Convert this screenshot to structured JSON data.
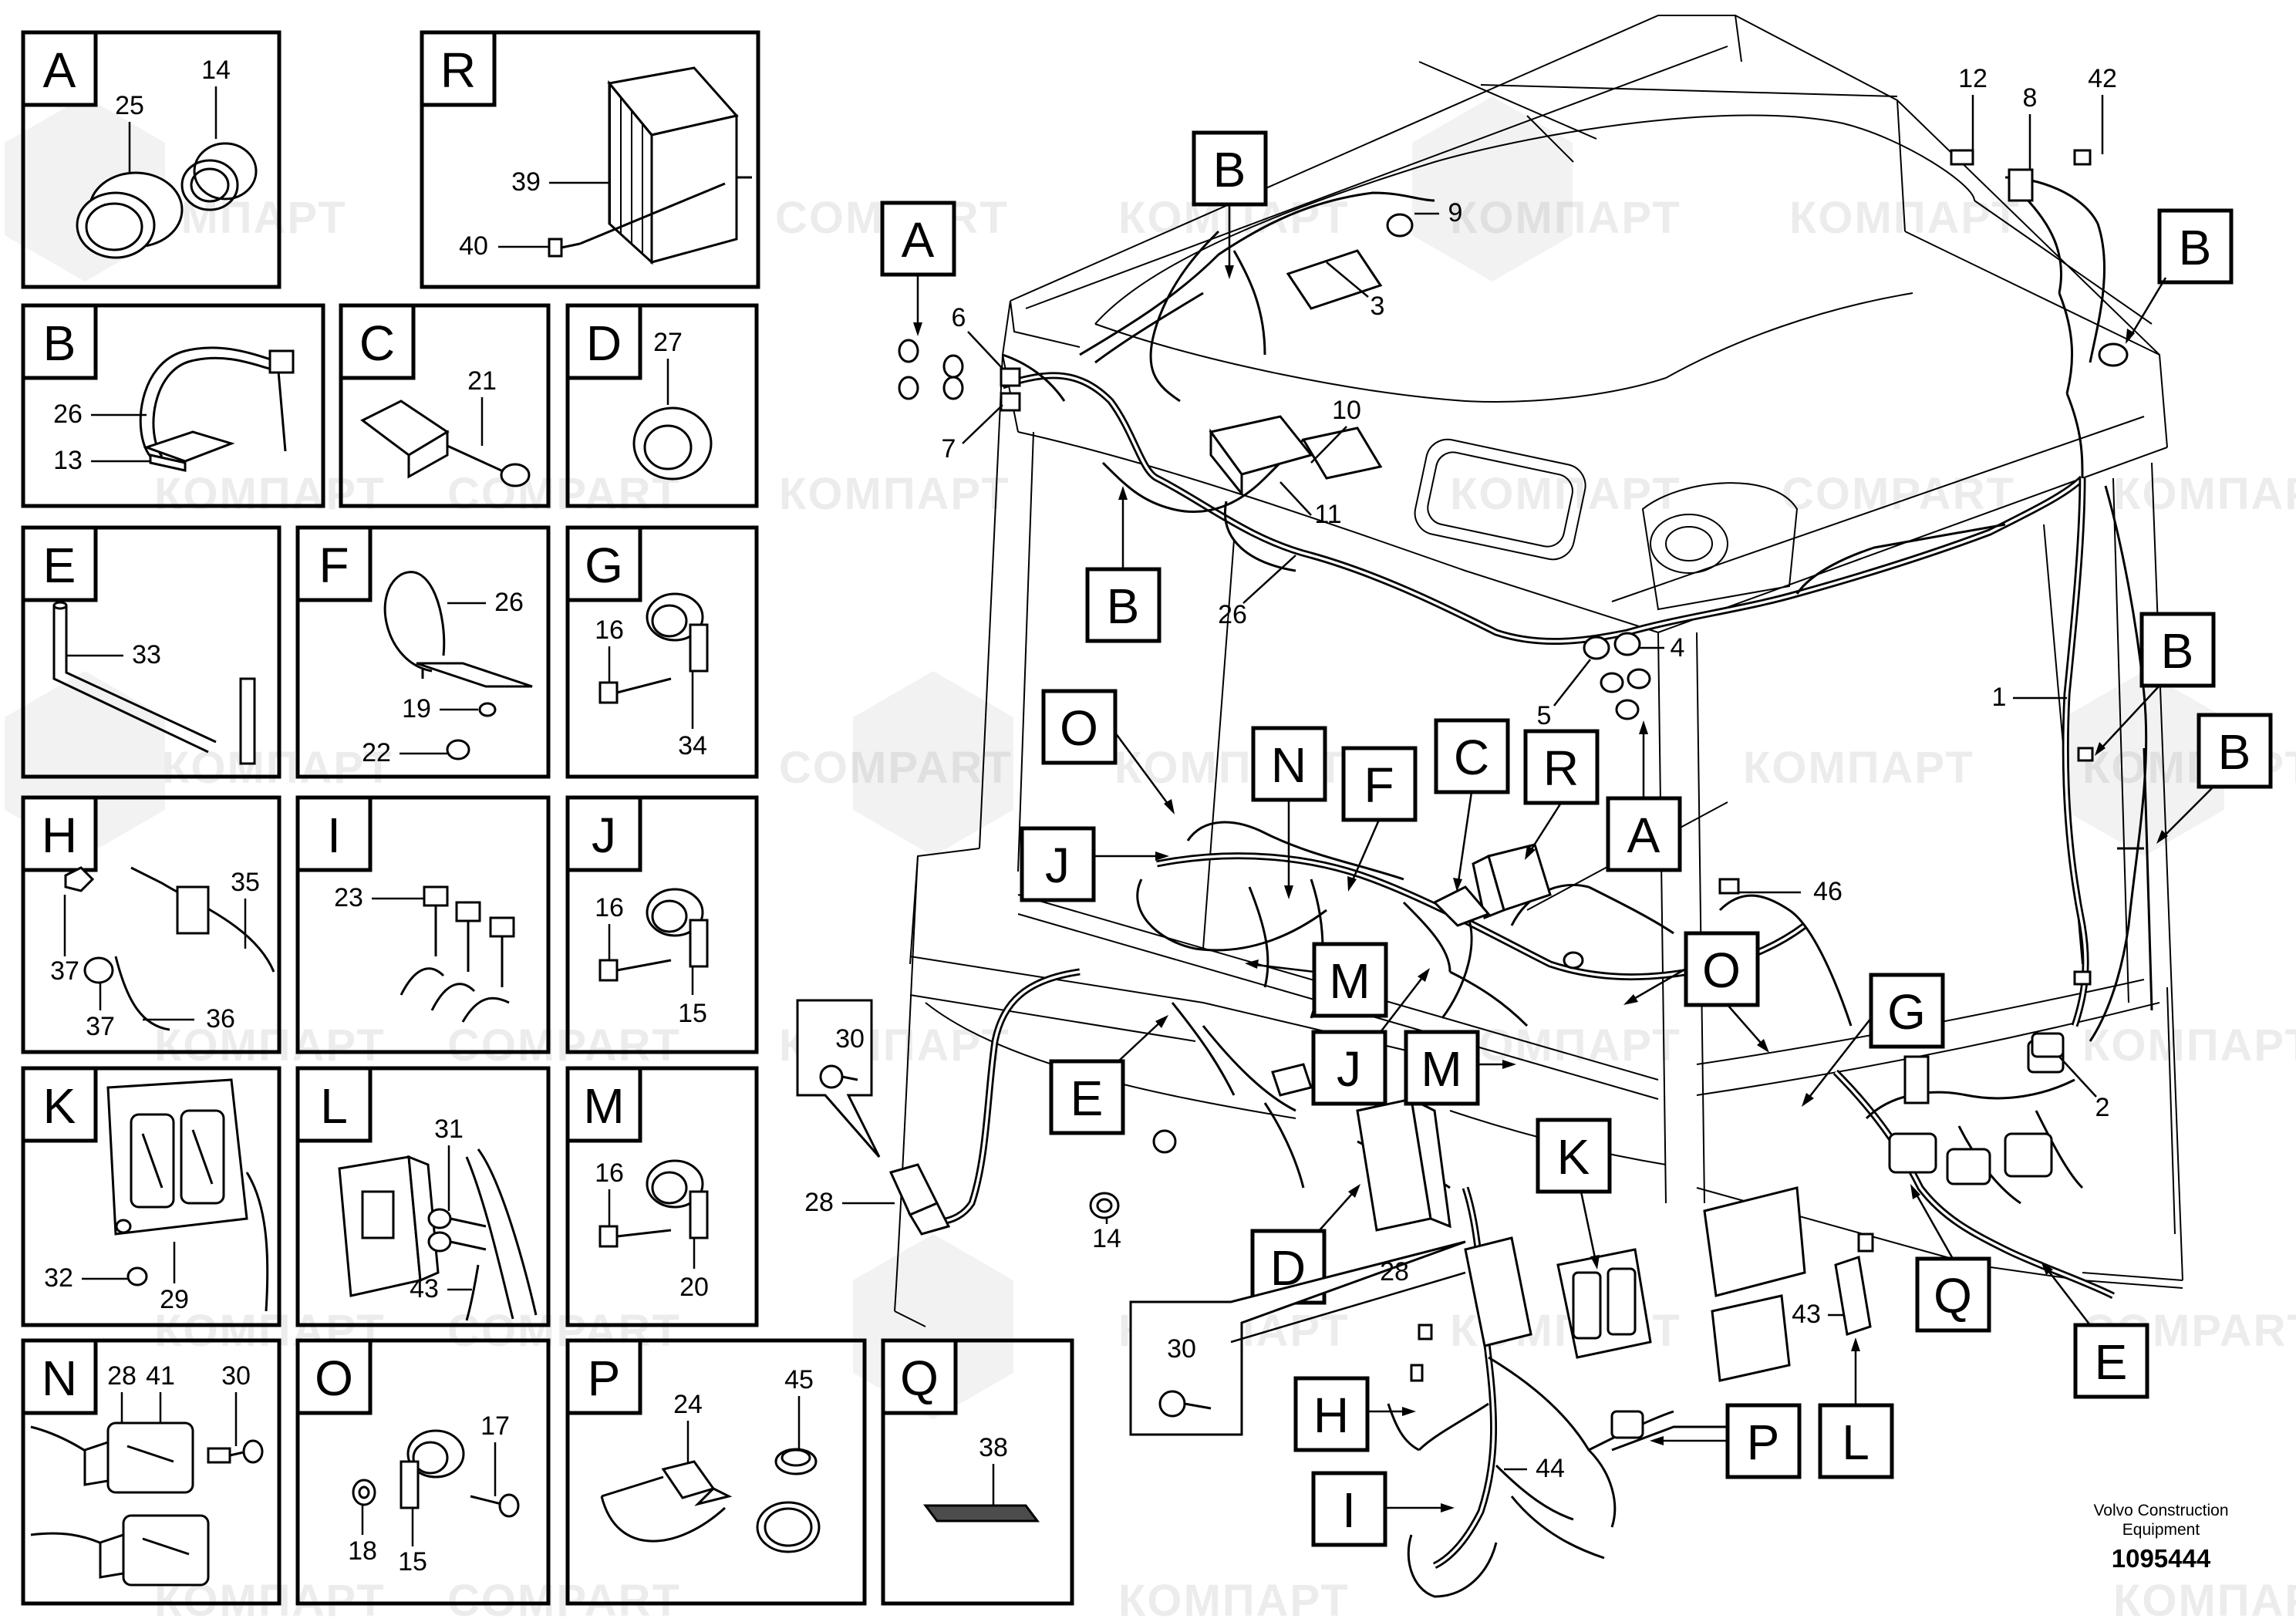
{
  "insets": [
    {
      "letter": "A",
      "parts": [
        "25",
        "14"
      ]
    },
    {
      "letter": "R",
      "parts": [
        "39",
        "40"
      ]
    },
    {
      "letter": "B",
      "parts": [
        "26",
        "13"
      ]
    },
    {
      "letter": "C",
      "parts": [
        "21"
      ]
    },
    {
      "letter": "D",
      "parts": [
        "27"
      ]
    },
    {
      "letter": "E",
      "parts": [
        "33"
      ]
    },
    {
      "letter": "F",
      "parts": [
        "26",
        "19",
        "22"
      ]
    },
    {
      "letter": "G",
      "parts": [
        "16",
        "34"
      ]
    },
    {
      "letter": "H",
      "parts": [
        "35",
        "37",
        "37",
        "36"
      ]
    },
    {
      "letter": "I",
      "parts": [
        "23"
      ]
    },
    {
      "letter": "J",
      "parts": [
        "16",
        "15"
      ]
    },
    {
      "letter": "K",
      "parts": [
        "32",
        "29"
      ]
    },
    {
      "letter": "L",
      "parts": [
        "31",
        "43"
      ]
    },
    {
      "letter": "M",
      "parts": [
        "16",
        "20"
      ]
    },
    {
      "letter": "N",
      "parts": [
        "28",
        "41",
        "30"
      ]
    },
    {
      "letter": "O",
      "parts": [
        "17",
        "18",
        "15"
      ]
    },
    {
      "letter": "P",
      "parts": [
        "24",
        "45"
      ]
    },
    {
      "letter": "Q",
      "parts": [
        "38"
      ]
    }
  ],
  "main": {
    "callouts": [
      "B",
      "A",
      "B",
      "B",
      "B",
      "B",
      "O",
      "N",
      "F",
      "C",
      "R",
      "A",
      "J",
      "M",
      "J",
      "M",
      "O",
      "G",
      "E",
      "K",
      "D",
      "H",
      "I",
      "P",
      "L",
      "Q",
      "E"
    ],
    "part_numbers": [
      "12",
      "8",
      "42",
      "9",
      "3",
      "6",
      "7",
      "10",
      "11",
      "26",
      "4",
      "5",
      "1",
      "46",
      "2",
      "14",
      "43",
      "44"
    ],
    "sub_callout": {
      "parts": [
        "30",
        "28"
      ]
    },
    "sub_callout_2": {
      "parts": [
        "28",
        "30"
      ]
    }
  },
  "watermark": "КОМПАРТ",
  "watermark_alt": "COMPART",
  "credit_line1": "Volvo Construction",
  "credit_line2": "Equipment",
  "doc_number": "1095444"
}
